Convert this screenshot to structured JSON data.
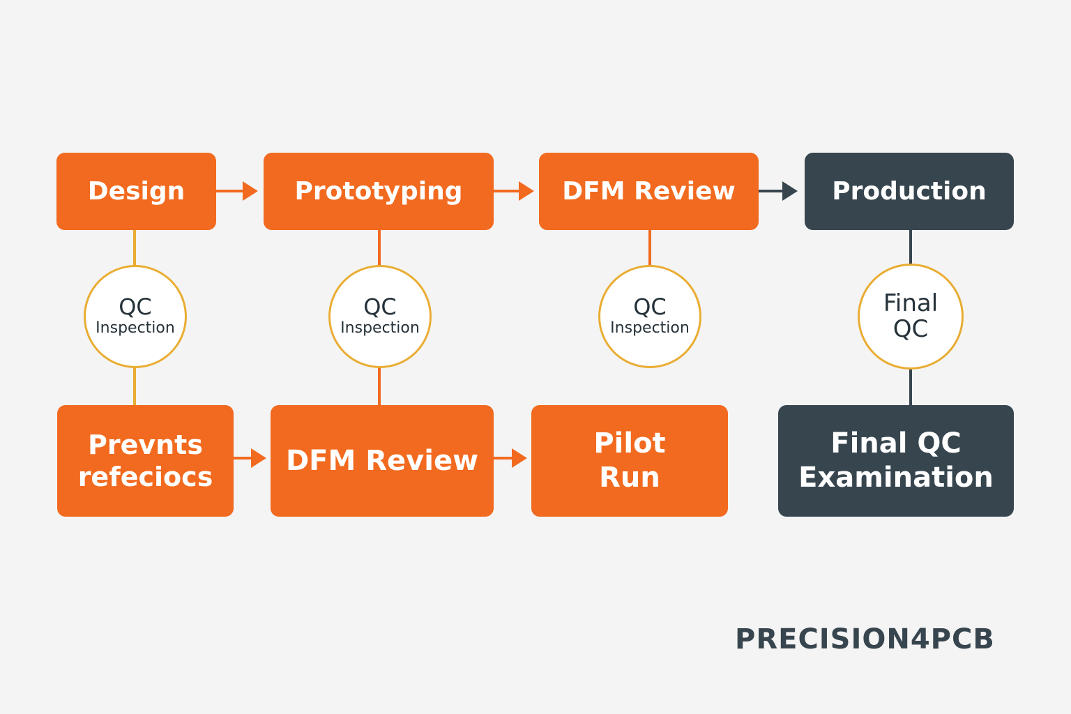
{
  "colors": {
    "background": "#f4f4f4",
    "orange": "#f26a1f",
    "dark": "#37454e",
    "circle_border": "#e9ad33",
    "text_dark": "#26323a"
  },
  "top_row": [
    {
      "label": "Design",
      "style": "orange"
    },
    {
      "label": "Prototyping",
      "style": "orange"
    },
    {
      "label": "DFM Review",
      "style": "orange"
    },
    {
      "label": "Production",
      "style": "dark"
    }
  ],
  "checkpoints": [
    {
      "line1": "QC",
      "line2": "Inspection"
    },
    {
      "line1": "QC",
      "line2": "Inspection"
    },
    {
      "line1": "QC",
      "line2": "Inspection"
    },
    {
      "line1": "Final",
      "line2": "QC"
    }
  ],
  "bottom_row": [
    {
      "line1": "Prevnts",
      "line2": "refeciocs",
      "style": "orange"
    },
    {
      "line1": "DFM Review",
      "line2": "",
      "style": "orange"
    },
    {
      "line1": "Pilot",
      "line2": "Run",
      "style": "orange"
    },
    {
      "line1": "Final QC",
      "line2": "Examination",
      "style": "dark"
    }
  ],
  "brand": "PRECISION4PCB"
}
